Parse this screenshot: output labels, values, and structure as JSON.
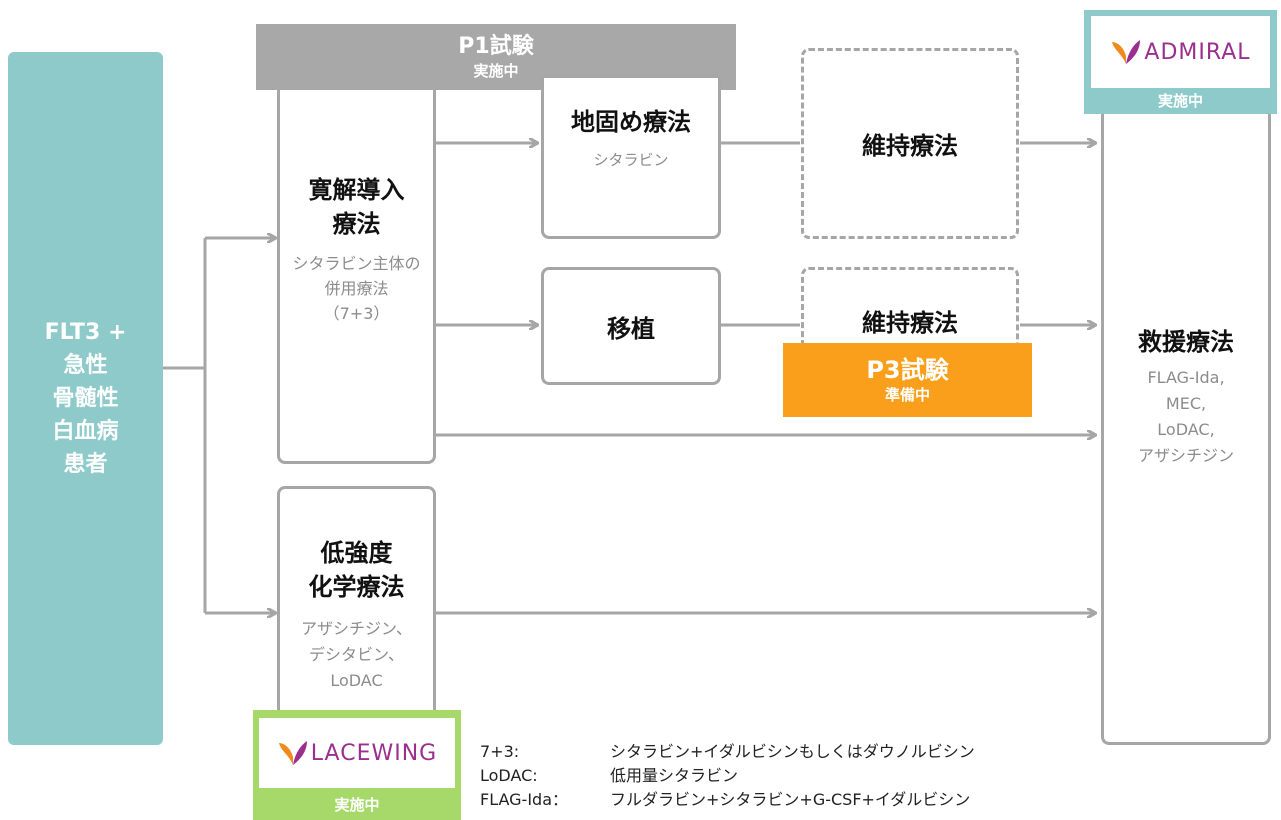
{
  "patient": {
    "lines": [
      "FLT3 +",
      "急性",
      "骨髄性",
      "白血病",
      "患者"
    ]
  },
  "p1": {
    "title": "P1試験",
    "status": "実施中"
  },
  "induction": {
    "title_lines": [
      "寛解導入",
      "療法"
    ],
    "sub_lines": [
      "シタラビン主体の",
      "併用療法",
      "（7+3）"
    ]
  },
  "consolidation": {
    "title": "地固め療法",
    "sub": "シタラビン"
  },
  "maintenance_top": {
    "title": "維持療法"
  },
  "transplant": {
    "title": "移植"
  },
  "maintenance_mid": {
    "title": "維持療法"
  },
  "p3": {
    "title": "P3試験",
    "status": "準備中"
  },
  "admiral": {
    "logo": "ADMIRAL",
    "status": "実施中"
  },
  "salvage": {
    "title": "救援療法",
    "sub_lines": [
      "FLAG-Ida,",
      "MEC,",
      "LoDAC,",
      "アザシチジン"
    ]
  },
  "low_intensity": {
    "title_lines": [
      "低強度",
      "化学療法"
    ],
    "sub_lines": [
      "アザシチジン、",
      "デシタビン、",
      "LoDAC"
    ]
  },
  "lacewing": {
    "logo": "LACEWING",
    "status": "実施中"
  },
  "legend": [
    {
      "abbr": "7+3:",
      "desc": "シタラビン+イダルビシンもしくはダウノルビシン"
    },
    {
      "abbr": "LoDAC:",
      "desc": "低用量シタラビン"
    },
    {
      "abbr": "FLAG-Ida：",
      "desc": "フルダラビン+シタラビン+G-CSF+イダルビシン"
    }
  ],
  "colors": {
    "teal": "#8ecaca",
    "gray_header": "#a8a8a8",
    "orange": "#f99f1b",
    "green": "#a6d86a",
    "arrow": "#a6a6a6",
    "butterfly_purple": "#9b2f8d",
    "butterfly_orange": "#f08a1c"
  }
}
